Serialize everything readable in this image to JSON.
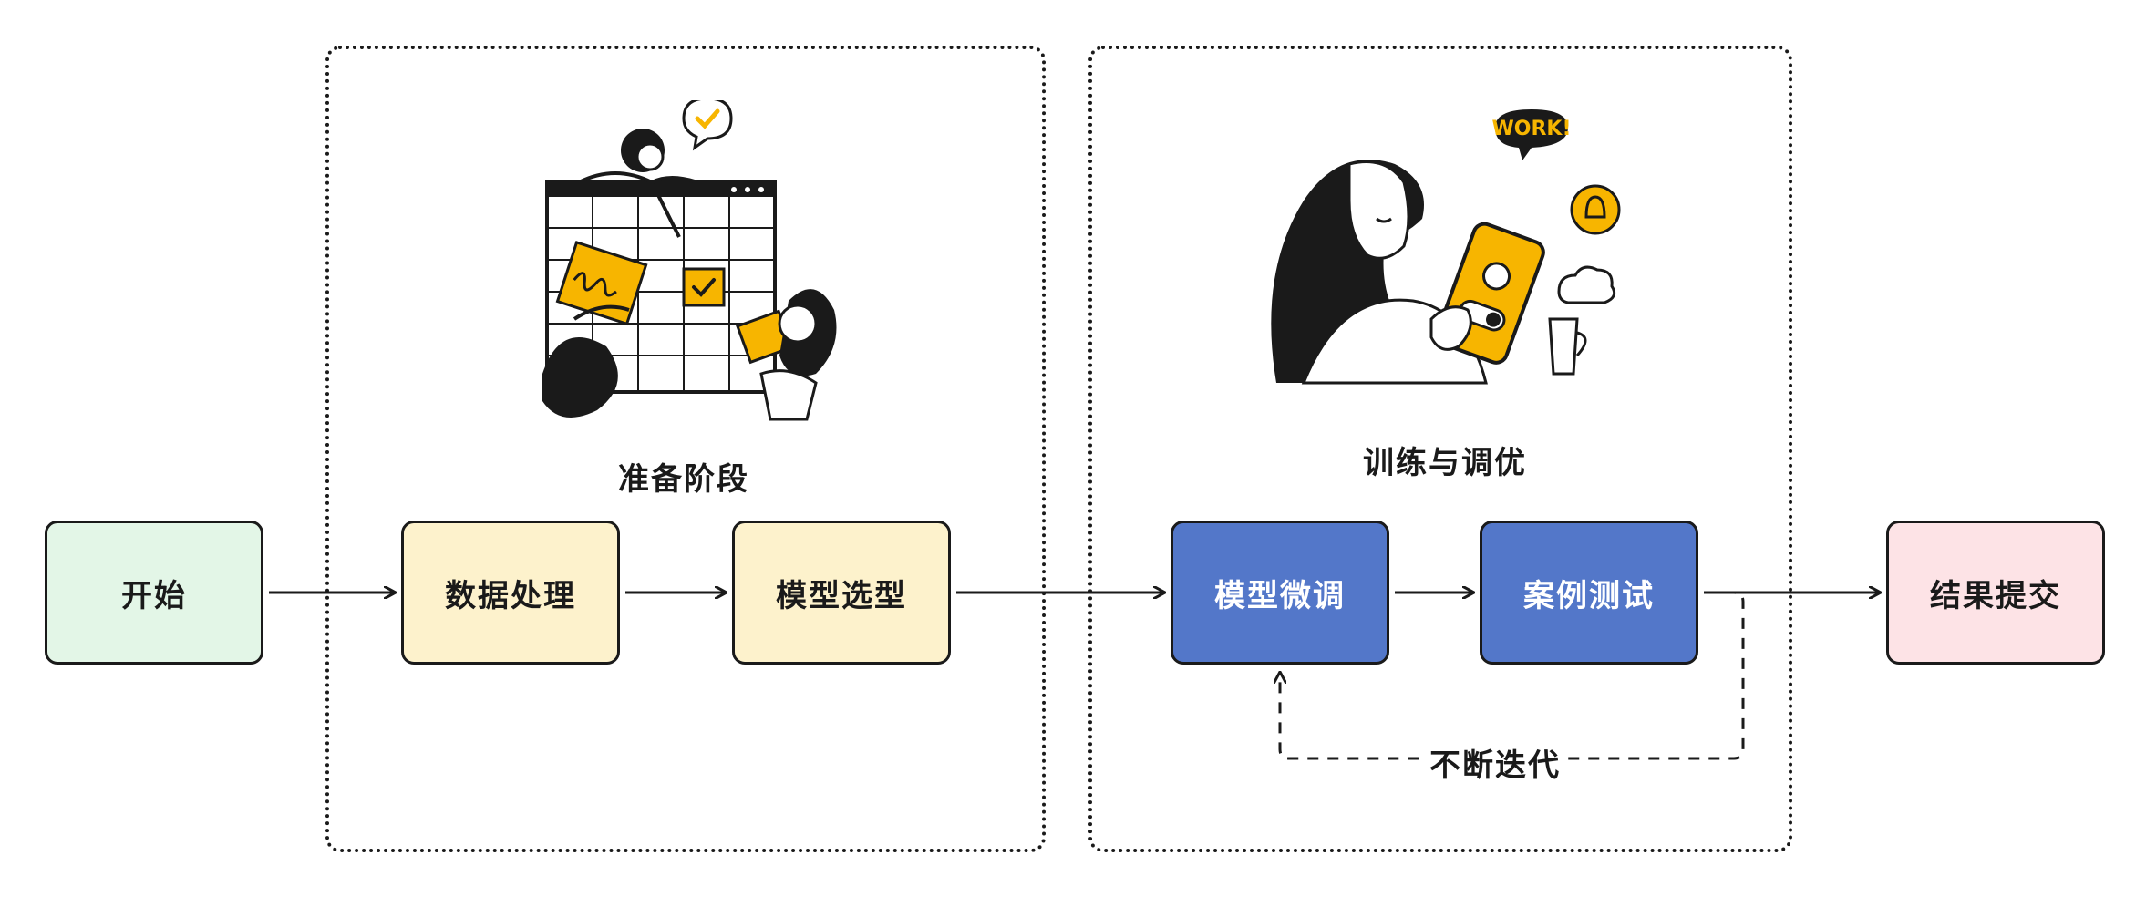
{
  "groups": {
    "prep": {
      "title": "准备阶段"
    },
    "train": {
      "title": "训练与调优"
    }
  },
  "nodes": {
    "start": "开始",
    "data_processing": "数据处理",
    "model_selection": "模型选型",
    "model_finetune": "模型微调",
    "case_testing": "案例测试",
    "result_submit": "结果提交"
  },
  "edges": {
    "iteration_label": "不断迭代"
  },
  "illustrations": {
    "prep": {
      "icon": "team-planning-board-illustration"
    },
    "train": {
      "icon": "woman-phone-work-illustration",
      "bubble_text": "WORK!"
    }
  },
  "colors": {
    "start_fill": "#e3f6e7",
    "prep_fill": "#fdf2cc",
    "train_fill": "#5377c9",
    "submit_fill": "#fde3e6",
    "accent_yellow": "#f7b500"
  }
}
